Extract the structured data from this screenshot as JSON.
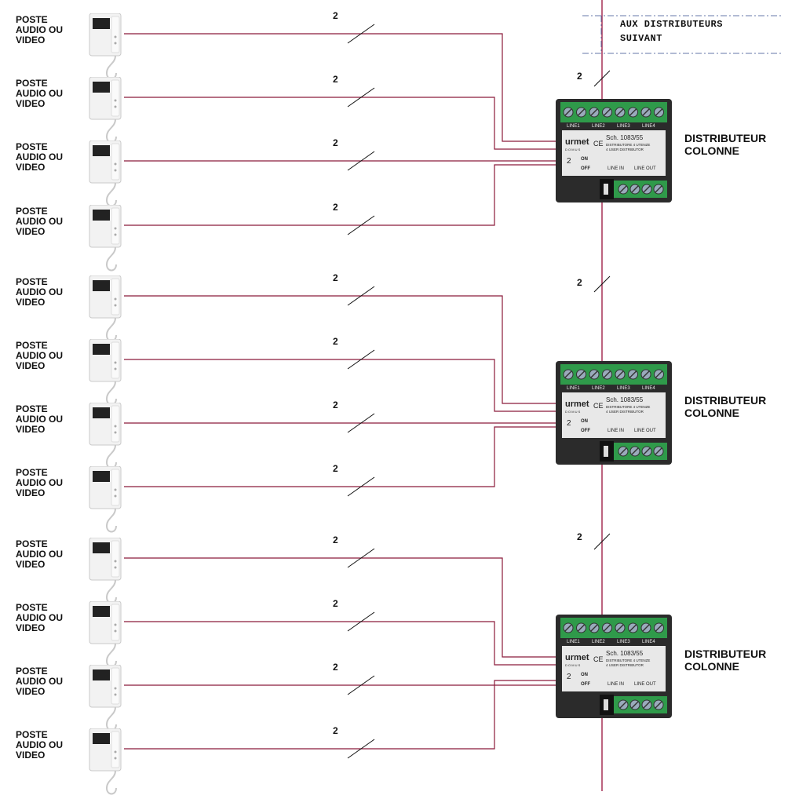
{
  "station_label": "POSTE\nAUDIO OU\nVIDEO",
  "wire_count": "2",
  "distributor_label": "DISTRIBUTEUR\nCOLONNE",
  "aux_label": {
    "line1": "AUX DISTRIBUTEURS",
    "line2": "SUIVANT"
  },
  "distributor_device": {
    "brand": "urmet",
    "brand_sub": "D O M U S",
    "model": "Sch. 1083/55",
    "desc_it": "DISTRIBUTORE 4 UTENZE",
    "desc_en": "4 USER DISTRIBUTOR",
    "line_labels": [
      "LINE1",
      "LINE2",
      "LINE3",
      "LINE4"
    ],
    "on": "ON",
    "off": "OFF",
    "line_in": "LINE IN",
    "line_out": "LINE OUT",
    "ce": "CE",
    "jumper_num": "2"
  },
  "colors": {
    "wire": "#8b1a3a",
    "trunk": "#a0224a",
    "device_body": "#2b2b2b",
    "terminal_green": "#2f9a4a",
    "label_strip": "#e8e8e8"
  },
  "stations_count": 12,
  "distributors_count": 3
}
